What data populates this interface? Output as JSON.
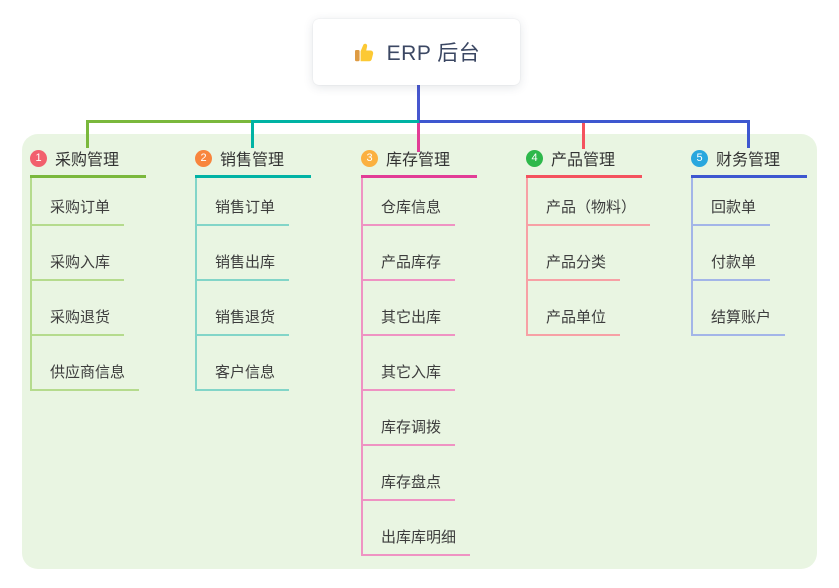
{
  "root": {
    "title": "ERP 后台",
    "icon": "thumbs-up-icon"
  },
  "colors": {
    "panel_bg": "#e9f5e2",
    "root_connector": "#4757cf"
  },
  "branches": [
    {
      "num": "1",
      "label": "采购管理",
      "badge_color": "#f2606d",
      "line_color": "#7ab83c",
      "child_line_color": "#b5db8d",
      "children": [
        "采购订单",
        "采购入库",
        "采购退货",
        "供应商信息"
      ]
    },
    {
      "num": "2",
      "label": "销售管理",
      "badge_color": "#f8853d",
      "line_color": "#00b3a4",
      "child_line_color": "#82d5c8",
      "children": [
        "销售订单",
        "销售出库",
        "销售退货",
        "客户信息"
      ]
    },
    {
      "num": "3",
      "label": "库存管理",
      "badge_color": "#fbb040",
      "line_color": "#e23d96",
      "child_line_color": "#ef93c3",
      "children": [
        "仓库信息",
        "产品库存",
        "其它出库",
        "其它入库",
        "库存调拨",
        "库存盘点",
        "出库库明细"
      ]
    },
    {
      "num": "4",
      "label": "产品管理",
      "badge_color": "#2eb84b",
      "line_color": "#f4525e",
      "child_line_color": "#f7a0a5",
      "children": [
        "产品（物料）",
        "产品分类",
        "产品单位"
      ]
    },
    {
      "num": "5",
      "label": "财务管理",
      "badge_color": "#29a7de",
      "line_color": "#3e57d0",
      "child_line_color": "#a3b5e8",
      "children": [
        "回款单",
        "付款单",
        "结算账户"
      ]
    }
  ]
}
